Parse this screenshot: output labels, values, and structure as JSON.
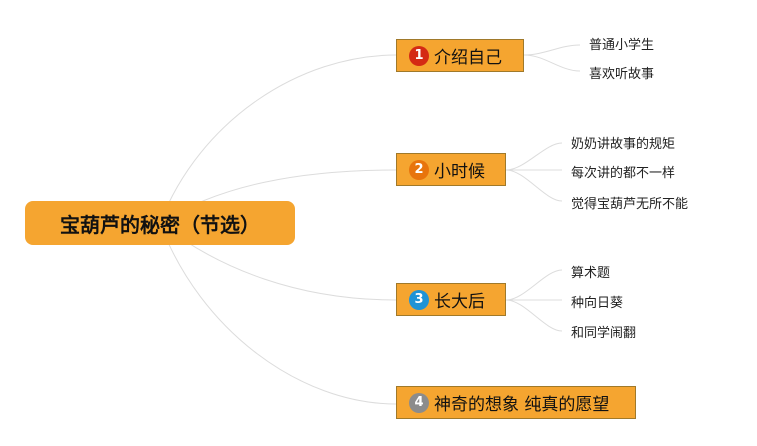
{
  "root": {
    "label": "宝葫芦的秘密（节选）"
  },
  "branches": [
    {
      "num": "1",
      "label": "介绍自己",
      "badge_color": "#d42a14",
      "leaves": [
        "普通小学生",
        "喜欢听故事"
      ]
    },
    {
      "num": "2",
      "label": "小时候",
      "badge_color": "#e8740c",
      "leaves": [
        "奶奶讲故事的规矩",
        "每次讲的都不一样",
        "觉得宝葫芦无所不能"
      ]
    },
    {
      "num": "3",
      "label": "长大后",
      "badge_color": "#1f93d6",
      "leaves": [
        "算术题",
        "种向日葵",
        "和同学闹翻"
      ]
    },
    {
      "num": "4",
      "label": "神奇的想象 纯真的愿望",
      "badge_color": "#8c8c8c",
      "leaves": []
    }
  ],
  "colors": {
    "node_fill": "#f5a530",
    "node_border": "#a0792a",
    "link": "#d9d9d9"
  }
}
